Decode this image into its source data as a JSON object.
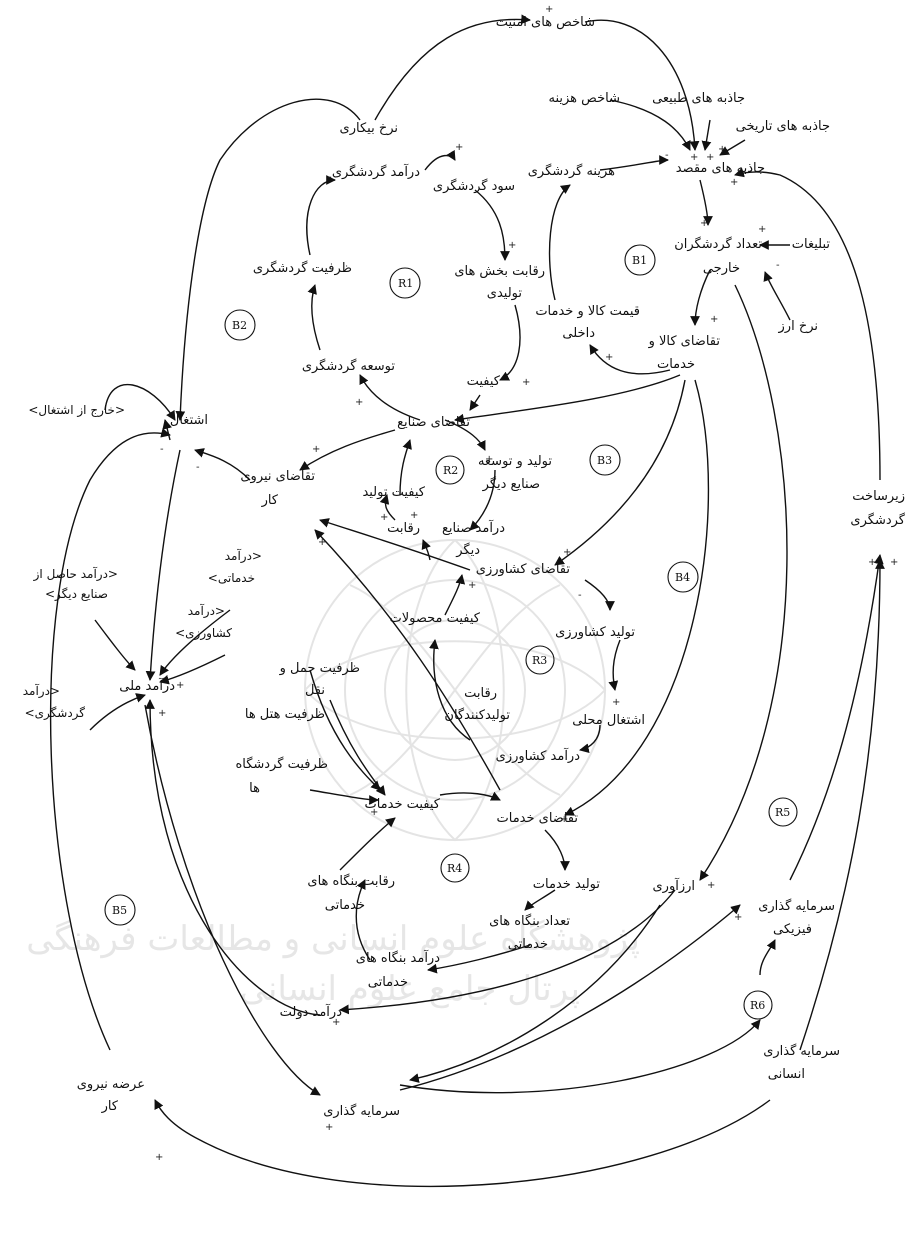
{
  "nodes": {
    "security_indicators": "شاخص های امنیت",
    "cost_index": "شاخص هزینه",
    "natural_features": "جاذبه های طبیعی",
    "historical_features": "جاذبه های تاریخی",
    "tourism_cost": "هزینه گردشگری",
    "destination_attraction": "جاذبه های مقصد",
    "advertising": "تبلیغات",
    "foreign_tourists_1": "تعداد گردشگران",
    "foreign_tourists_2": "خارجی",
    "exchange_rate": "نرخ ارز",
    "unemployment_rate": "نرخ بیکاری",
    "tourism_profit": "سود گردشگری",
    "tourism_income": "درآمد گردشگری",
    "production_competition_1": "رقابت بخش های",
    "production_competition_2": "تولیدی",
    "tourism_capacity": "ظرفیت گردشگری",
    "domestic_price_1": "قیمت کالا و خدمات",
    "domestic_price_2": "داخلی",
    "goods_demand_1": "تقاضای کالا و",
    "goods_demand_2": "خدمات",
    "tourism_development": "توسعه گردشگری",
    "quality": "کیفیت",
    "industry_demand": "تقاضای صنایع",
    "employment": "اشتغال",
    "outside_employment": "<خارج از اشتغال>",
    "labor_demand_1": "تقاضای نیروی",
    "labor_demand_2": "کار",
    "production_quality": "کیفیت تولید",
    "rd_1": "تولید و توسعه",
    "rd_2": "صنایع دیگر",
    "competition": "رقابت",
    "industry_income_1": "درآمد صنایع",
    "industry_income_2": "دیگر",
    "agri_demand": "تقاضای کشاورزی",
    "other_income_1": "<درآمد حاصل از",
    "other_income_2": "صنایع دیگر>",
    "service_income_1": "<درآمد",
    "service_income_2": "خدماتی>",
    "agri_income_ref_1": "<درآمد",
    "agri_income_ref_2": "کشاورزی>",
    "tourism_income_ref_1": "<درآمد",
    "tourism_income_ref_2": "گردشگری>",
    "national_income": "درآمد ملی",
    "product_quality": "کیفیت محصولات",
    "agri_production": "تولید کشاورزی",
    "producer_competition_1": "رقابت",
    "producer_competition_2": "تولیدکنندگان",
    "local_employment": "اشتغال محلی",
    "agri_income": "درآمد کشاورزی",
    "transport_capacity_1": "ظرفیت حمل و",
    "transport_capacity_2": "نقل",
    "hotel_capacity": "ظرفیت هتل ها",
    "tourist_site_capacity_1": "ظرفیت گردشگاه",
    "tourist_site_capacity_2": "ها",
    "service_quality": "کیفیت خدمات",
    "service_demand": "تقاضای خدمات",
    "service_firm_competition_1": "رقابت بنگاه های",
    "service_firm_competition_2": "خدماتی",
    "service_production": "تولید خدمات",
    "service_firm_count_1": "تعداد بنگاه های",
    "service_firm_count_2": "خدماتی",
    "service_firm_income_1": "درآمد بنگاه های",
    "service_firm_income_2": "خدماتی",
    "government_income": "درآمد دولت",
    "foreign_exchange": "ارزآوری",
    "physical_investment_1": "سرمایه گذاری",
    "physical_investment_2": "فیزیکی",
    "human_investment_1": "سرمایه گذاری",
    "human_investment_2": "انسانی",
    "investment": "سرمایه گذاری",
    "labor_supply_1": "عرضه نیروی",
    "labor_supply_2": "کار",
    "infrastructure_1": "زیرساخت",
    "infrastructure_2": "گردشگری"
  },
  "loops": [
    "R1",
    "R2",
    "R3",
    "R4",
    "R5",
    "R6",
    "B1",
    "B2",
    "B3",
    "B4",
    "B5"
  ],
  "signs": {
    "plus": "+",
    "minus": "-"
  },
  "watermark": {
    "line1": "پژوهشگاه علوم انسانی و مطالعات فرهنگی",
    "line2": "پرتال جامع علوم انسانی"
  },
  "colors": {
    "ink": "#111111",
    "watermark": "#e4e4e4"
  }
}
